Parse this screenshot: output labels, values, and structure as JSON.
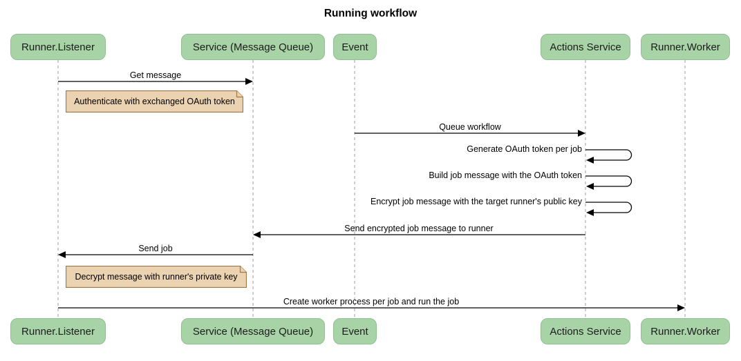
{
  "title": "Running workflow",
  "colors": {
    "actor_fill": "#A7D3A7",
    "actor_border": "#8FBF90",
    "actor_text": "#1C1C1C",
    "note_fill": "#EBD2B0",
    "note_border": "#A0784A",
    "lifeline_color": "#9B9B9B",
    "line_color": "#000000",
    "bg": "#FFFFFF"
  },
  "actors": [
    {
      "id": "runner-listener",
      "label": "Runner.Listener"
    },
    {
      "id": "service-mq",
      "label": "Service (Message Queue)"
    },
    {
      "id": "event",
      "label": "Event"
    },
    {
      "id": "actions-service",
      "label": "Actions Service"
    },
    {
      "id": "runner-worker",
      "label": "Runner.Worker"
    }
  ],
  "messages": [
    {
      "type": "message",
      "from": "runner-listener",
      "to": "service-mq",
      "label": "Get message"
    },
    {
      "type": "note",
      "over": "runner-listener",
      "label": "Authenticate with exchanged OAuth token"
    },
    {
      "type": "message",
      "from": "event",
      "to": "actions-service",
      "label": "Queue workflow"
    },
    {
      "type": "self",
      "actor": "actions-service",
      "label": "Generate OAuth token per job"
    },
    {
      "type": "self",
      "actor": "actions-service",
      "label": "Build job message with the OAuth token"
    },
    {
      "type": "self",
      "actor": "actions-service",
      "label": "Encrypt job message with the target runner's public key"
    },
    {
      "type": "message",
      "from": "actions-service",
      "to": "service-mq",
      "label": "Send encrypted job message to runner"
    },
    {
      "type": "message",
      "from": "service-mq",
      "to": "runner-listener",
      "label": "Send job"
    },
    {
      "type": "note",
      "over": "runner-listener",
      "label": "Decrypt message with runner's private key"
    },
    {
      "type": "message",
      "from": "runner-listener",
      "to": "runner-worker",
      "label": "Create worker process per job and run the job"
    }
  ]
}
